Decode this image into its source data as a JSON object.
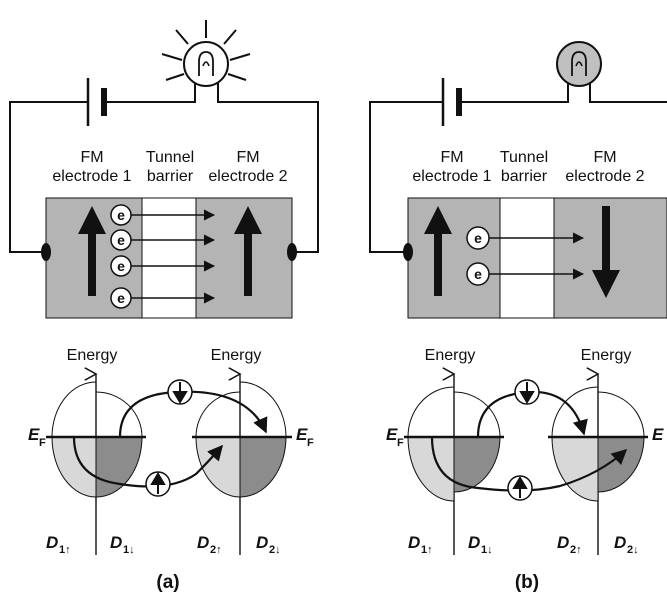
{
  "panels": [
    {
      "label": "(a)",
      "fm1": [
        "FM",
        "electrode 1"
      ],
      "barrier": [
        "Tunnel",
        "barrier"
      ],
      "fm2": [
        "FM",
        "electrode 2"
      ],
      "electron": "e",
      "energy_left": "Energy",
      "energy_right": "Energy",
      "ef": "E",
      "ef_sub": "F",
      "d1up": "D",
      "d1up_sub": "1↑",
      "d1dn": "D",
      "d1dn_sub": "1↓",
      "d2up": "D",
      "d2up_sub": "2↑",
      "d2dn": "D",
      "d2dn_sub": "2↓"
    },
    {
      "label": "(b)",
      "fm1": [
        "FM",
        "electrode 1"
      ],
      "barrier": [
        "Tunnel",
        "barrier"
      ],
      "fm2": [
        "FM",
        "electrode 2"
      ],
      "electron": "e",
      "energy_left": "Energy",
      "energy_right": "Energy",
      "ef": "E",
      "ef_sub": "F",
      "d1up": "D",
      "d1up_sub": "1↑",
      "d1dn": "D",
      "d1dn_sub": "1↓",
      "d2up": "D",
      "d2up_sub": "2↑",
      "d2dn": "D",
      "d2dn_sub": "2↓"
    }
  ],
  "colors": {
    "electrode": "#b4b4b4",
    "barrier": "#ffffff",
    "dos_light": "#d8d8d8",
    "dos_dark": "#8c8c8c",
    "bulb_off": "#c0c0c0"
  }
}
